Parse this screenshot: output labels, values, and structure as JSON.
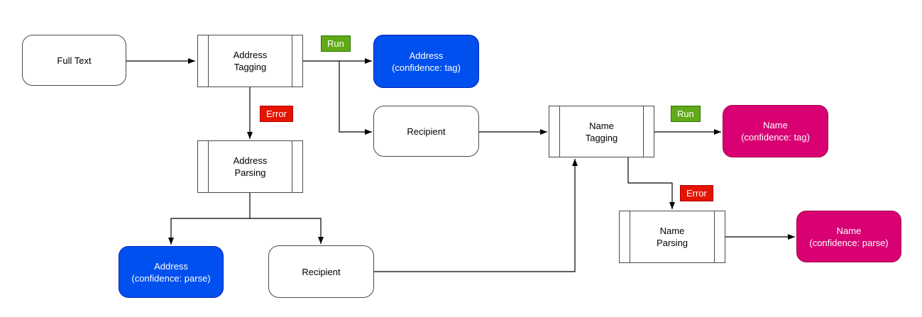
{
  "diagram": {
    "type": "flowchart",
    "nodes": {
      "full_text": {
        "lines": [
          "Full Text"
        ],
        "kind": "rounded-rect",
        "fill": "#FFFFFF"
      },
      "address_tagging": {
        "lines": [
          "Address",
          "Tagging"
        ],
        "kind": "subprocess",
        "fill": "#FFFFFF"
      },
      "address_conf_tag": {
        "lines": [
          "Address",
          "(confidence: tag)"
        ],
        "kind": "rounded-rect",
        "fill": "#0050EF"
      },
      "recipient_top": {
        "lines": [
          "Recipient"
        ],
        "kind": "rounded-rect",
        "fill": "#FFFFFF"
      },
      "name_tagging": {
        "lines": [
          "Name",
          "Tagging"
        ],
        "kind": "subprocess",
        "fill": "#FFFFFF"
      },
      "name_conf_tag": {
        "lines": [
          "Name",
          "(confidence: tag)"
        ],
        "kind": "rounded-rect",
        "fill": "#D80073"
      },
      "address_parsing": {
        "lines": [
          "Address",
          "Parsing"
        ],
        "kind": "subprocess",
        "fill": "#FFFFFF"
      },
      "name_parsing": {
        "lines": [
          "Name",
          "Parsing"
        ],
        "kind": "subprocess",
        "fill": "#FFFFFF"
      },
      "name_conf_parse": {
        "lines": [
          "Name",
          "(confidence: parse)"
        ],
        "kind": "rounded-rect",
        "fill": "#D80073"
      },
      "address_conf_parse": {
        "lines": [
          "Address",
          "(confidence: parse)"
        ],
        "kind": "rounded-rect",
        "fill": "#0050EF"
      },
      "recipient_bottom": {
        "lines": [
          "Recipient"
        ],
        "kind": "rounded-rect",
        "fill": "#FFFFFF"
      }
    },
    "edge_labels": {
      "run_address": {
        "text": "Run",
        "fill": "#60A917",
        "border": "#2D7600"
      },
      "error_address": {
        "text": "Error",
        "fill": "#E51400",
        "border": "#B20000"
      },
      "run_name": {
        "text": "Run",
        "fill": "#60A917",
        "border": "#2D7600"
      },
      "error_name": {
        "text": "Error",
        "fill": "#E51400",
        "border": "#B20000"
      }
    },
    "edges": [
      {
        "from": "full_text",
        "to": "address_tagging"
      },
      {
        "from": "address_tagging",
        "to": "address_conf_tag",
        "label": "Run"
      },
      {
        "from": "address_tagging",
        "to": "recipient_top"
      },
      {
        "from": "address_tagging",
        "to": "address_parsing",
        "label": "Error"
      },
      {
        "from": "address_parsing",
        "to": "address_conf_parse"
      },
      {
        "from": "address_parsing",
        "to": "recipient_bottom"
      },
      {
        "from": "recipient_top",
        "to": "name_tagging"
      },
      {
        "from": "recipient_bottom",
        "to": "name_tagging"
      },
      {
        "from": "name_tagging",
        "to": "name_conf_tag",
        "label": "Run"
      },
      {
        "from": "name_tagging",
        "to": "name_parsing",
        "label": "Error"
      },
      {
        "from": "name_parsing",
        "to": "name_conf_parse"
      }
    ],
    "colors": {
      "blue_fill": "#0050EF",
      "blue_border": "#001DBC",
      "pink_fill": "#D80073",
      "pink_border": "#A50040",
      "green_fill": "#60A917",
      "green_border": "#2D7600",
      "red_fill": "#E51400",
      "red_border": "#B20000",
      "node_border": "#4a4a4a",
      "edge_stroke": "#000000",
      "background": "#FFFFFF"
    }
  }
}
